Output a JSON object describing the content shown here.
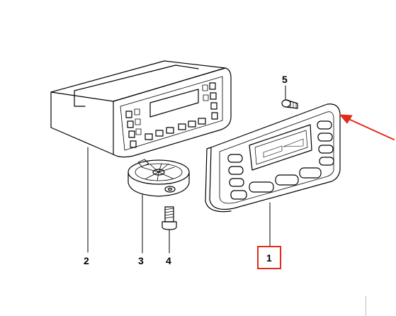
{
  "diagram": {
    "callouts": [
      {
        "id": "part-1",
        "label": "1"
      },
      {
        "id": "part-2",
        "label": "2"
      },
      {
        "id": "part-3",
        "label": "3"
      },
      {
        "id": "part-4",
        "label": "4"
      },
      {
        "id": "part-5",
        "label": "5"
      }
    ],
    "highlighted_callout": "1"
  },
  "colors": {
    "line": "#000000",
    "highlight": "#e32b1a",
    "background": "#ffffff"
  }
}
